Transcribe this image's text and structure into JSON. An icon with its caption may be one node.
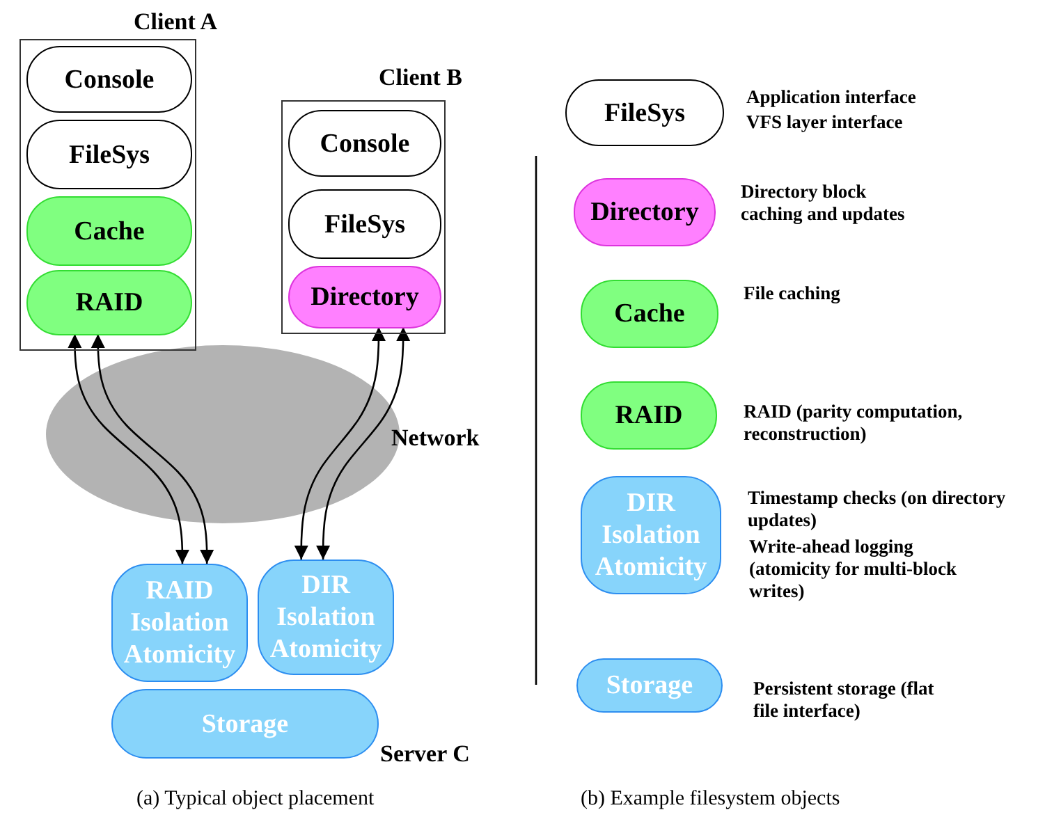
{
  "diagram": {
    "nodes": [
      {
        "text": [
          "Client A"
        ]
      },
      {
        "text": [
          "Console"
        ],
        "in": 0
      },
      {
        "text": [
          "FileSys"
        ],
        "in": 0
      },
      {
        "text": [
          "Cache"
        ],
        "in": 0
      },
      {
        "text": [
          "RAID"
        ],
        "in": 0
      },
      {
        "text": [
          "Client B"
        ]
      },
      {
        "text": [
          "Console"
        ],
        "in": 5
      },
      {
        "text": [
          "FileSys"
        ],
        "in": 5
      },
      {
        "text": [
          "Directory"
        ],
        "in": 5
      },
      {
        "text": [
          "RAID",
          "Isolation",
          "Atomicity"
        ]
      },
      {
        "text": [
          "DIR",
          "Isolation",
          "Atomicity"
        ]
      },
      {
        "text": [
          "Storage"
        ],
        "beside": [
          "Server C"
        ]
      },
      {
        "text": [
          "FileSys"
        ],
        "beside": [
          "Application interface",
          "VFS layer interface"
        ]
      },
      {
        "text": [
          "Directory"
        ],
        "beside": [
          "Directory block caching and updates"
        ]
      },
      {
        "text": [
          "Cache"
        ],
        "beside": [
          "File caching"
        ]
      },
      {
        "text": [
          "RAID"
        ],
        "beside": [
          "RAID (parity computation, reconstruction)"
        ]
      },
      {
        "text": [
          "DIR",
          "Isolation",
          "Atomicity"
        ],
        "beside": [
          "Timestamp checks (on directory updates)",
          "Write-ahead logging (atomicity for multi-block writes)"
        ]
      },
      {
        "text": [
          "Storage"
        ],
        "beside": [
          "Persistent storage (flat file interface)"
        ]
      }
    ],
    "edges": [
      {
        "from": 4,
        "to": 9,
        "arrow": "both"
      },
      {
        "from": 4,
        "to": 9,
        "arrow": "both"
      },
      {
        "from": 8,
        "to": 10,
        "arrow": "both"
      },
      {
        "from": 8,
        "to": 10,
        "arrow": "both"
      }
    ],
    "labels": [
      "Network",
      "(a) Typical object placement",
      "(b) Example filesystem objects"
    ]
  }
}
